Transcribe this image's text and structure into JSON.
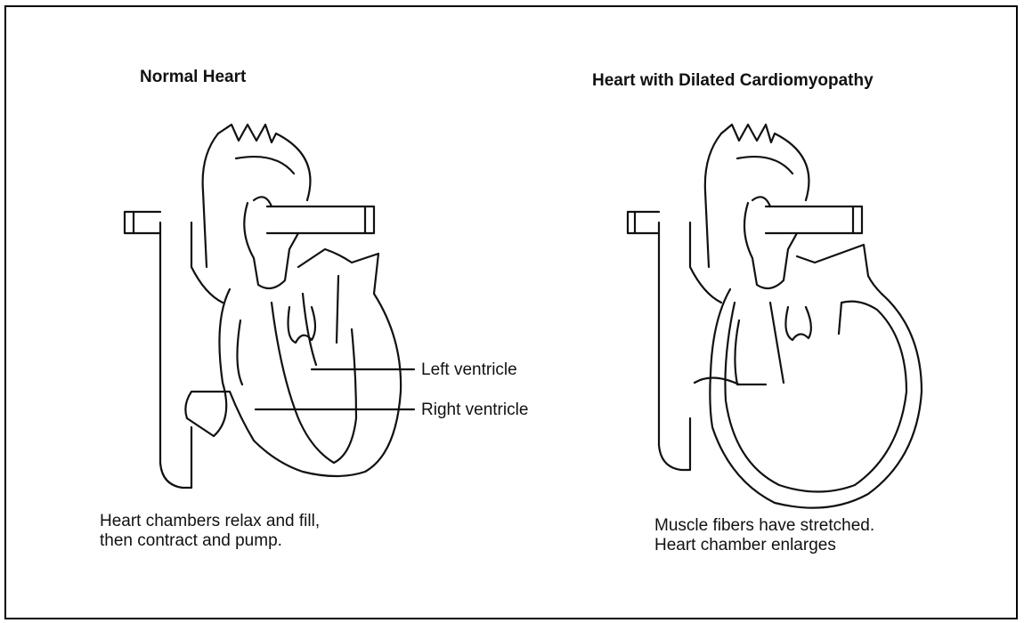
{
  "left_panel": {
    "title": "Normal Heart",
    "labels": {
      "left_ventricle": "Left ventricle",
      "right_ventricle": "Right ventricle"
    },
    "caption": [
      "Heart chambers relax and fill,",
      "then contract and pump."
    ]
  },
  "right_panel": {
    "title": "Heart with Dilated Cardiomyopathy",
    "caption": [
      "Muscle fibers have stretched.",
      "Heart chamber enlarges"
    ]
  },
  "colors": {
    "line": "#111111",
    "background": "#ffffff"
  }
}
